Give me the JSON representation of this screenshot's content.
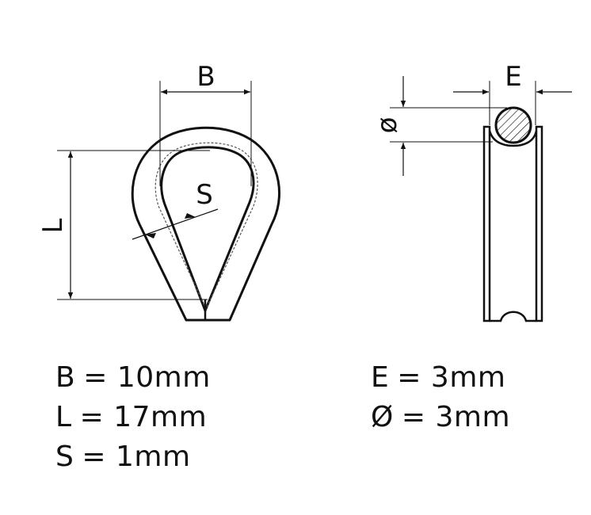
{
  "thimble_front_view": {
    "labels": {
      "width": "B",
      "length": "L",
      "thickness": "S"
    }
  },
  "thimble_side_view": {
    "labels": {
      "groove_width": "E",
      "wire_diameter": "ø"
    }
  },
  "specs_left": [
    {
      "symbol": "B",
      "equals": "=",
      "value": "10mm"
    },
    {
      "symbol": "L",
      "equals": "=",
      "value": "17mm"
    },
    {
      "symbol": "S",
      "equals": "=",
      "value": "1mm"
    }
  ],
  "specs_right": [
    {
      "symbol": "E",
      "equals": "=",
      "value": "3mm"
    },
    {
      "symbol": "Ø",
      "equals": "=",
      "value": "3mm"
    }
  ],
  "colors": {
    "line": "#111111",
    "background": "#ffffff"
  }
}
